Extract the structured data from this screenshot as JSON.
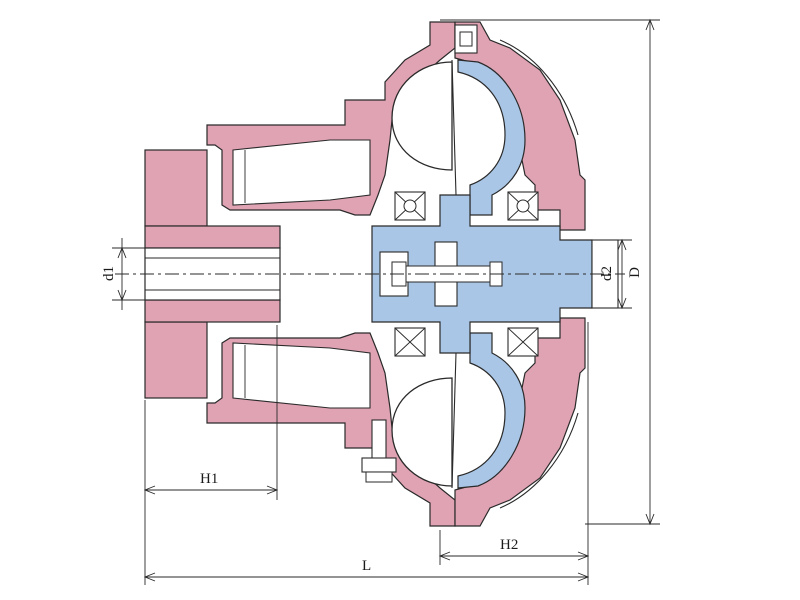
{
  "colors": {
    "casing": "#e0a3b4",
    "shaft": "#a9c6e6",
    "outline": "#2a2a2a",
    "background": "#ffffff"
  },
  "dimensions": {
    "D": "D",
    "d1": "d1",
    "d2": "d2",
    "H1": "H1",
    "H2": "H2",
    "L": "L"
  }
}
